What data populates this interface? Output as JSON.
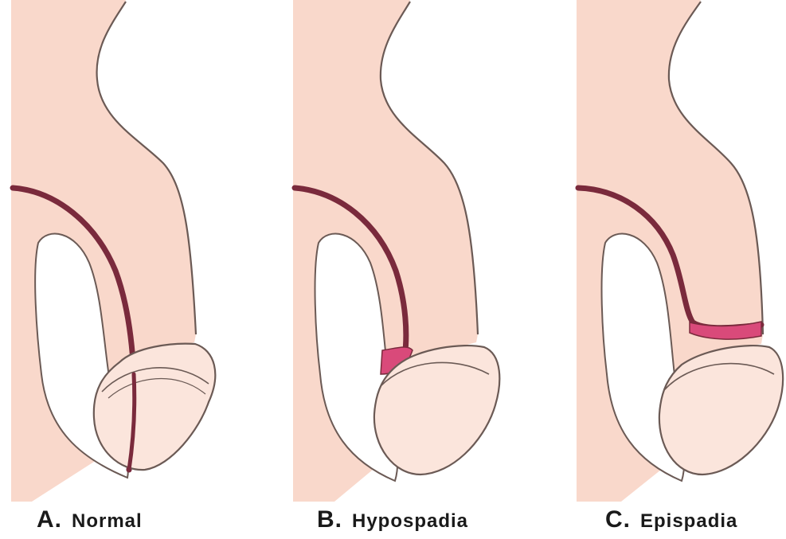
{
  "panels": [
    {
      "letter": "A.",
      "name": "Normal"
    },
    {
      "letter": "B.",
      "name": "Hypospadia"
    },
    {
      "letter": "C.",
      "name": "Epispadia"
    }
  ],
  "colors": {
    "skin": "#f9d8cb",
    "skin_light": "#fbe5dc",
    "outline": "#6b5a55",
    "urethra_dark": "#7a2a3c",
    "urethra_light": "#d94a7a"
  }
}
